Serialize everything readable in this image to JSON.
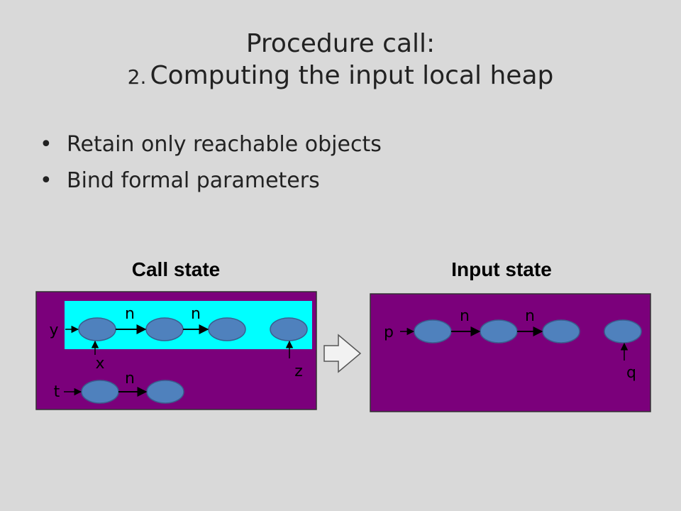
{
  "slide": {
    "title_line1": "Procedure call:",
    "title_line2_num": "2.",
    "title_line2_text": "Computing the input local heap"
  },
  "bullets": [
    "Retain only reachable objects",
    "Bind formal parameters"
  ],
  "diagram": {
    "left_panel": {
      "title": "Call state",
      "edge_labels": [
        "n",
        "n",
        "n"
      ],
      "var_labels": {
        "y": "y",
        "x": "x",
        "z": "z",
        "t": "t"
      }
    },
    "right_panel": {
      "title": "Input state",
      "edge_labels": [
        "n",
        "n"
      ],
      "var_labels": {
        "p": "p",
        "q": "q"
      }
    },
    "colors": {
      "panel_fill": "#7b007b",
      "highlight_fill": "#00ffff",
      "node_fill": "#4f81bd",
      "node_stroke": "#3a5f8f",
      "arrow_block_fill": "#f2f2f2"
    }
  }
}
